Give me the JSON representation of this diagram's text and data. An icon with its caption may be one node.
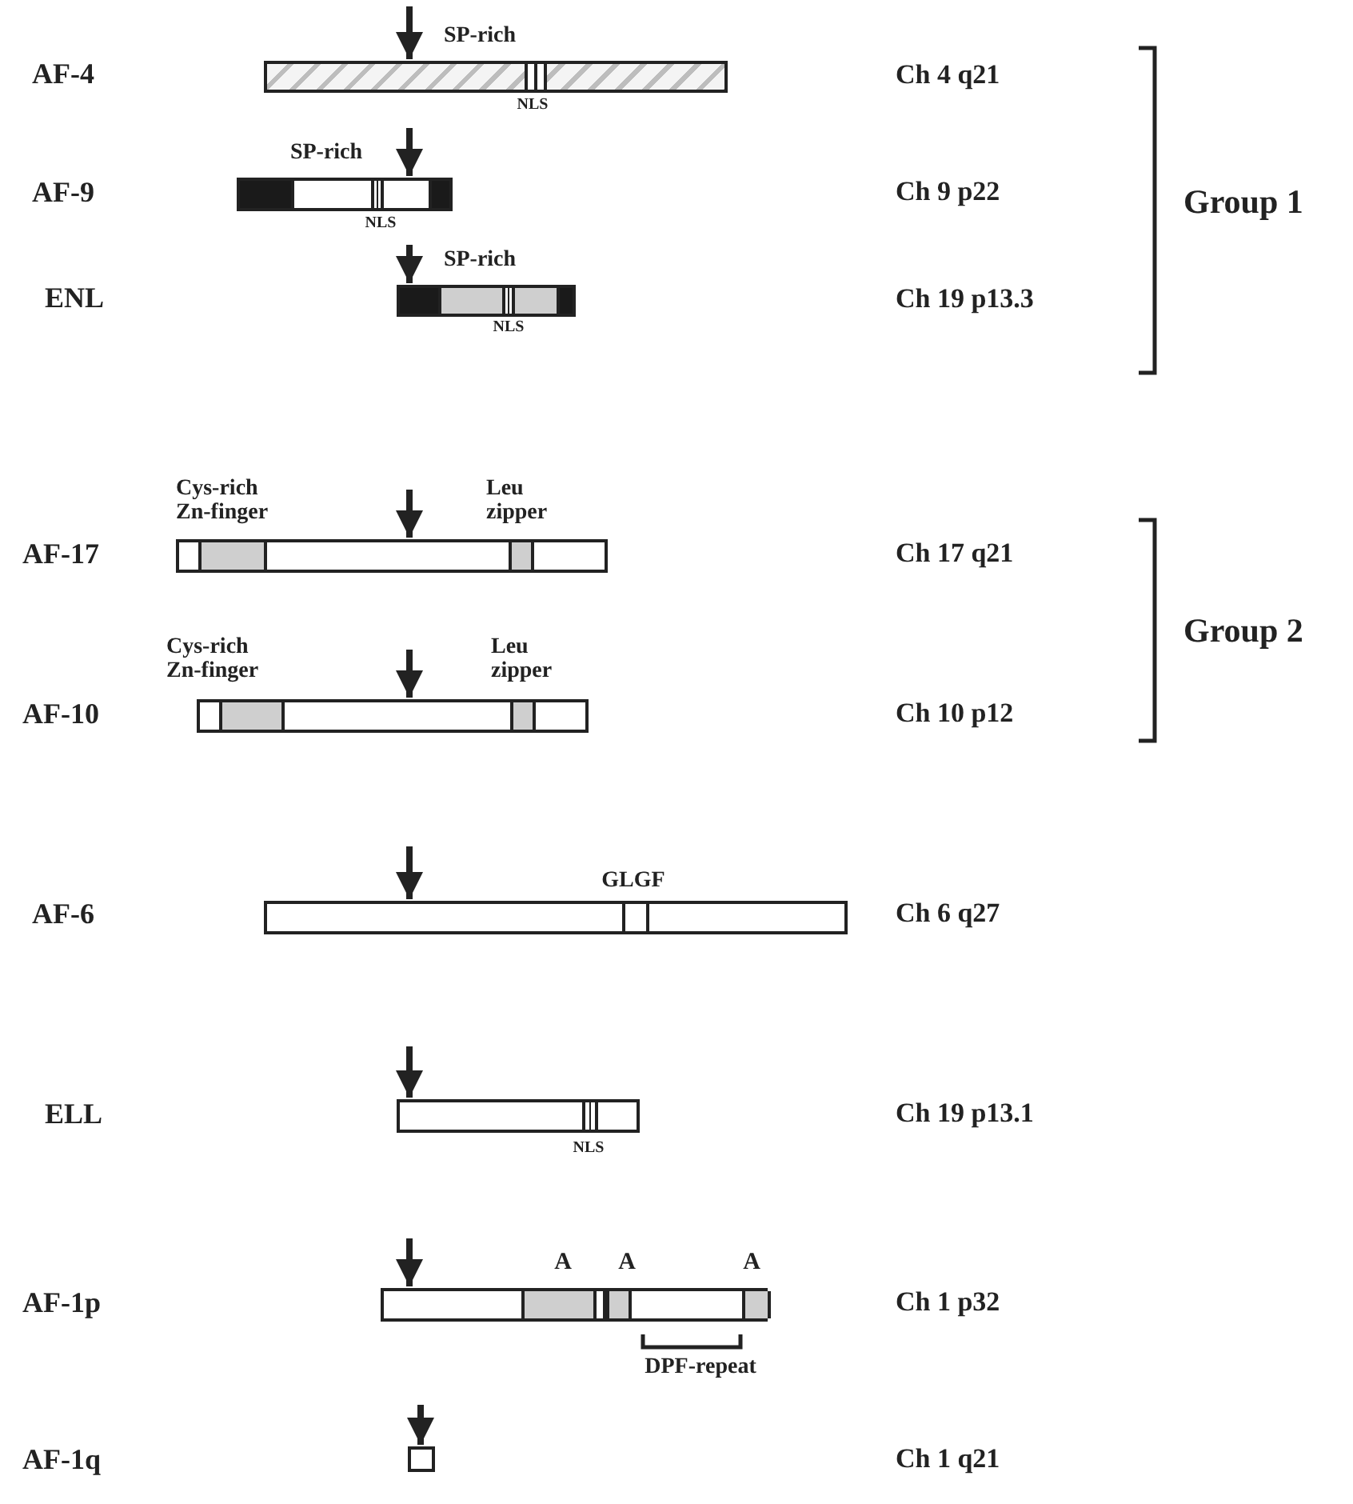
{
  "diagram": {
    "nodes": [
      {
        "text": [],
        "shape": "bar",
        "beside": [
          "SP-rich",
          "NLS"
        ]
      },
      {
        "text": [],
        "shape": "bar",
        "beside": [
          "SP-rich",
          "NLS"
        ]
      },
      {
        "text": [],
        "shape": "bar",
        "beside": [
          "SP-rich",
          "NLS"
        ]
      },
      {
        "text": [],
        "shape": "bar",
        "beside": [
          "Cys-rich Zn-finger",
          "Leu zipper"
        ]
      },
      {
        "text": [],
        "shape": "bar",
        "beside": [
          "Cys-rich Zn-finger",
          "Leu zipper"
        ]
      },
      {
        "text": [],
        "shape": "bar",
        "beside": [
          "GLGF"
        ]
      },
      {
        "text": [],
        "shape": "bar",
        "beside": [
          "NLS"
        ]
      },
      {
        "text": [],
        "shape": "bar",
        "beside": [
          "A",
          "A",
          "A",
          "DPF-repeat"
        ]
      },
      {
        "text": [],
        "shape": "box"
      }
    ],
    "edges": [
      {
        "from": null,
        "to": 0,
        "arrow": "to"
      },
      {
        "from": null,
        "to": 1,
        "arrow": "to"
      },
      {
        "from": null,
        "to": 2,
        "arrow": "to"
      },
      {
        "from": null,
        "to": 3,
        "arrow": "to"
      },
      {
        "from": null,
        "to": 4,
        "arrow": "to"
      },
      {
        "from": null,
        "to": 5,
        "arrow": "to"
      },
      {
        "from": null,
        "to": 6,
        "arrow": "to"
      },
      {
        "from": null,
        "to": 7,
        "arrow": "to"
      },
      {
        "from": null,
        "to": 8,
        "arrow": "to"
      }
    ],
    "labels": [
      "AF-4",
      "Ch 4 q21",
      "AF-9",
      "Ch 9 p22",
      "Group 1",
      "ENL",
      "Ch 19 p13.3",
      "AF-17",
      "Ch 17 q21",
      "Group 2",
      "AF-10",
      "Ch 10 p12",
      "AF-6",
      "Ch 6 q27",
      "ELL",
      "Ch 19 p13.1",
      "AF-1p",
      "Ch 1 p32",
      "AF-1q",
      "Ch 1 q21"
    ]
  }
}
